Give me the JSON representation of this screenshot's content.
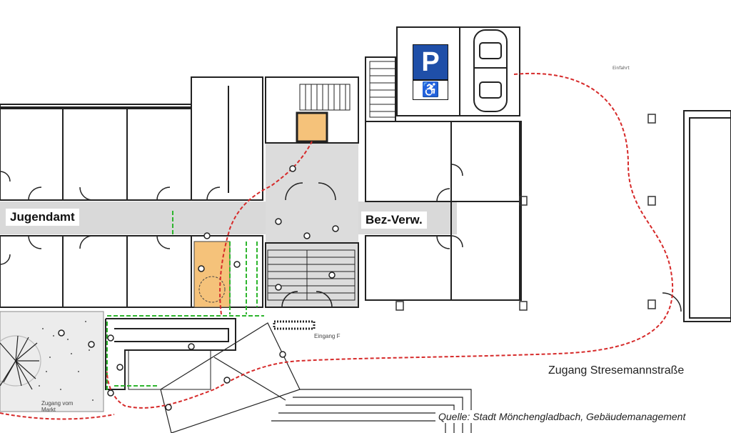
{
  "labels": {
    "jugendamt": "Jugendamt",
    "bezverw": "Bez-Verw.",
    "eingang": "Eingang F",
    "zugang_strese": "Zugang Stresemannstraße",
    "zugang_markt": "Zugang vom Markt",
    "quelle": "Quelle: Stadt Mönchengladbach, Gebäudemanagement"
  },
  "parking": {
    "letter": "P",
    "sign_color": "#1f4fa8"
  },
  "colors": {
    "corridor": "#d9d9d9",
    "highlight": "#f5c27a",
    "route": "#d62a2a",
    "guidance": "#2db52d",
    "wall": "#222222"
  },
  "icons": [
    "parking-sign-icon",
    "wheelchair-icon",
    "car-icon",
    "tree-icon",
    "staircase-icon"
  ]
}
